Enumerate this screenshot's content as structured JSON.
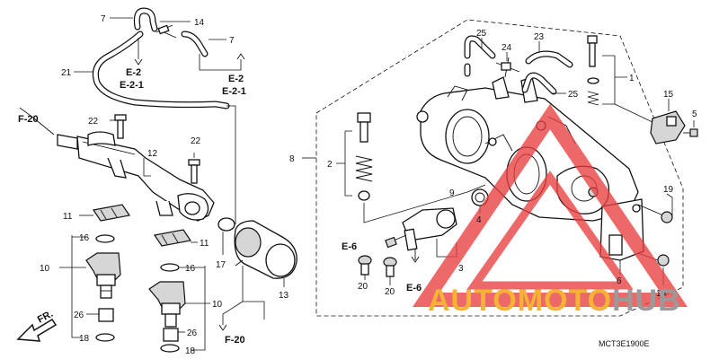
{
  "diagram": {
    "code": "MCT3E1900E",
    "callouts": [
      {
        "id": "c7a",
        "text": "7"
      },
      {
        "id": "c14",
        "text": "14"
      },
      {
        "id": "c7b",
        "text": "7"
      },
      {
        "id": "c21",
        "text": "21"
      },
      {
        "id": "c22a",
        "text": "22"
      },
      {
        "id": "c12",
        "text": "12"
      },
      {
        "id": "c22b",
        "text": "22"
      },
      {
        "id": "c11a",
        "text": "11"
      },
      {
        "id": "c11b",
        "text": "11"
      },
      {
        "id": "c16a",
        "text": "16"
      },
      {
        "id": "c16b",
        "text": "16"
      },
      {
        "id": "c10a",
        "text": "10"
      },
      {
        "id": "c10b",
        "text": "10"
      },
      {
        "id": "c26a",
        "text": "26"
      },
      {
        "id": "c26b",
        "text": "26"
      },
      {
        "id": "c18a",
        "text": "18"
      },
      {
        "id": "c18b",
        "text": "18"
      },
      {
        "id": "c17",
        "text": "17"
      },
      {
        "id": "c13",
        "text": "13"
      },
      {
        "id": "c25a",
        "text": "25"
      },
      {
        "id": "c24",
        "text": "24"
      },
      {
        "id": "c23",
        "text": "23"
      },
      {
        "id": "c25b",
        "text": "25"
      },
      {
        "id": "c1",
        "text": "1"
      },
      {
        "id": "c15",
        "text": "15"
      },
      {
        "id": "c5",
        "text": "5"
      },
      {
        "id": "c8",
        "text": "8"
      },
      {
        "id": "c2",
        "text": "2"
      },
      {
        "id": "c9",
        "text": "9"
      },
      {
        "id": "c4",
        "text": "4"
      },
      {
        "id": "c3",
        "text": "3"
      },
      {
        "id": "c19a",
        "text": "19"
      },
      {
        "id": "c19b",
        "text": "19"
      },
      {
        "id": "c6",
        "text": "6"
      },
      {
        "id": "c20a",
        "text": "20"
      },
      {
        "id": "c20b",
        "text": "20"
      }
    ],
    "references": [
      {
        "id": "r1",
        "text": "E-2"
      },
      {
        "id": "r2",
        "text": "E-2-1"
      },
      {
        "id": "r3",
        "text": "E-2"
      },
      {
        "id": "r4",
        "text": "E-2-1"
      },
      {
        "id": "r5",
        "text": "F-20"
      },
      {
        "id": "r6",
        "text": "F-20"
      },
      {
        "id": "r7",
        "text": "E-6"
      },
      {
        "id": "r8",
        "text": "E-6"
      }
    ],
    "front_marker": "FR."
  },
  "watermark": {
    "text_orange": "AUTOMOTO",
    "text_grey": "HUB",
    "color_orange": "#f5b335",
    "color_grey": "#9a9a9a",
    "color_triangle": "#e8403f"
  }
}
